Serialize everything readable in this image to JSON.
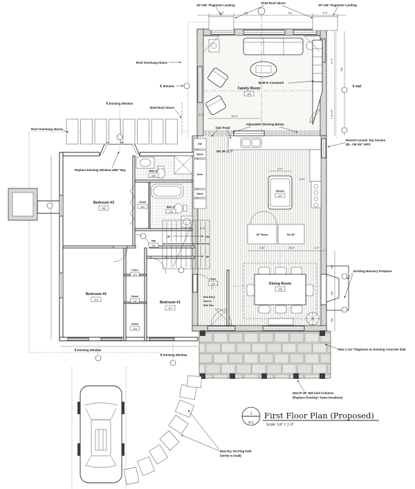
{
  "sheet": {
    "title": "First Floor Plan (Proposed)",
    "scale": "Scale: 1/4\" = 1'-0\"",
    "detail_number": "1",
    "sheet_number": "A-1"
  },
  "rooms": {
    "family_room": {
      "name": "Family Room",
      "number": "106"
    },
    "kitchen": {
      "name": "Kitchen",
      "number": "107"
    },
    "dining_room": {
      "name": "Dining Room",
      "number": "108"
    },
    "foyer": {
      "name": "Foyer",
      "number": "101"
    },
    "hall": {
      "name": "Hall",
      "number": "102"
    },
    "bedroom_1": {
      "name": "Bedroom #1",
      "number": "112"
    },
    "bedroom_2": {
      "name": "Bedroom #2",
      "number": "110"
    },
    "bedroom_3": {
      "name": "Bedroom #3",
      "number": "103"
    },
    "bath_1": {
      "name": "Bath #1",
      "number": "115"
    },
    "bath_2": {
      "name": "Bath #2",
      "number": "105"
    },
    "closet_104": {
      "name": "Closet",
      "number": "104"
    },
    "closet_109": {
      "name": "Closet",
      "number": "109"
    },
    "closet_111": {
      "name": "Closet",
      "number": "111"
    },
    "linen": {
      "name": "Linen",
      "number": "113"
    }
  },
  "annotations": {
    "flagstone_landing": "30\"x36\" Flagstone Landing",
    "shed_roof_above": "Shed Roof Above",
    "roof_overhang_above": "Roof Overhang Above",
    "cl_window": "℄ Window",
    "cl_existing_window": "℄ Existing Window",
    "cl_wall": "℄ Wall",
    "built_in_casework": "Built-in Casework",
    "adjustable_shelving": "Adjustable Shelving Below",
    "oak_tread": "Oak Tread",
    "dn_2r": "DN 2R @ 7\"",
    "replace_window": "Replace Existing Window w/60\" Bay",
    "raised_counter_1": "Raised Counter Top Section",
    "raised_counter_2": "(EL +39 3/4\" AFF)",
    "existing_fireplace": "Existing Masonry Fireplace",
    "new_flagstone": "New 1 1/4\" Flagstone on Existing Concrete Slab",
    "new_columns_1": "New 8\"x8\" Wd-Clad Columns",
    "new_columns_2": "(Replace Existing / Same locations)",
    "flag_path_1": "New Dry Set Flag Path",
    "flag_path_2": "(Verify in Field)",
    "new_entry_1": "New Entry",
    "new_entry_2": "Door &",
    "new_entry_3": "Side lites",
    "desk": "Desk",
    "niche": "Niche",
    "dw": "DW",
    "pantry": "36\" Pantry",
    "ref": "Ref 36\"",
    "up": "UP",
    "dn": "DN"
  },
  "dimensions": {
    "ft3": "3'-0\"",
    "eq": "Eq.",
    "ft5": "5'-0\"",
    "ft7_6": "7'-6 1/2\"",
    "ft15": "15'-0\"",
    "ft2_2": "2'-2\"",
    "ft4": "4'-0\"",
    "ft4_6": "4'-6\"",
    "ft8_6": "8'-6\"",
    "ft2_4": "2'-4\"",
    "ft2_6": "2'-6\""
  },
  "colors": {
    "centerline_accent": "#74aebb",
    "ink": "#1a1a1a",
    "paper": "#ffffff"
  }
}
